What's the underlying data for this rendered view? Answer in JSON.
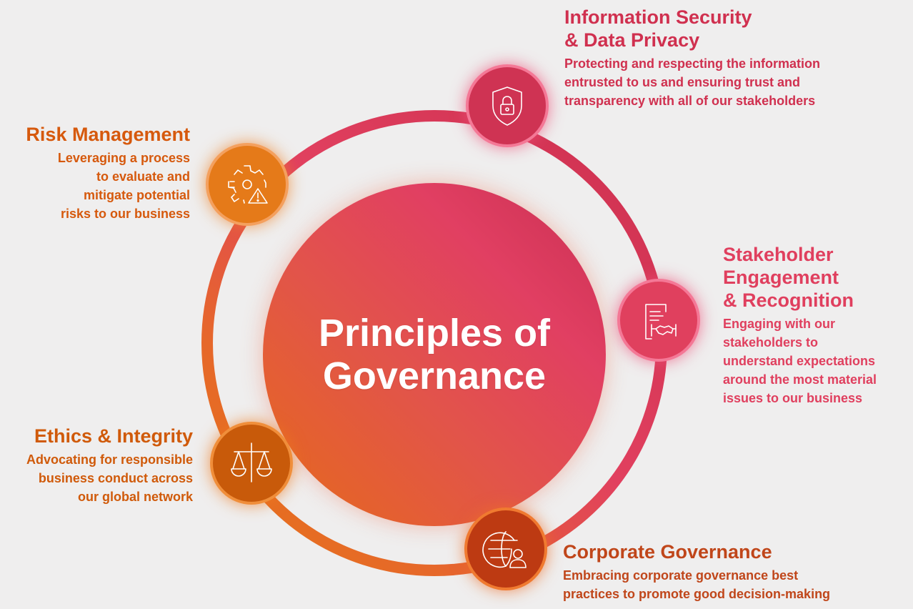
{
  "center": {
    "title_line1": "Principles of",
    "title_line2": "Governance"
  },
  "principles": [
    {
      "id": "security",
      "title_line1": "Information Security",
      "title_line2": "& Data Privacy",
      "description": [
        "Protecting and respecting the information",
        "entrusted to us and ensuring trust and",
        "transparency with all of our stakeholders"
      ],
      "icon": "shield-lock-icon",
      "color": "#d0304f"
    },
    {
      "id": "risk",
      "title_line1": "Risk Management",
      "description": [
        "Leveraging a process",
        "to evaluate and",
        "mitigate potential",
        "risks to our business"
      ],
      "icon": "gear-warning-icon",
      "color": "#d6590d"
    },
    {
      "id": "stakeholder",
      "title_line1": "Stakeholder",
      "title_line2": "Engagement",
      "title_line3": "& Recognition",
      "description": [
        "Engaging with our",
        "stakeholders to",
        "understand expectations",
        "around the most material",
        "issues to our business"
      ],
      "icon": "document-handshake-icon",
      "color": "#e03f5e"
    },
    {
      "id": "ethics",
      "title_line1": "Ethics & Integrity",
      "description": [
        "Advocating for responsible",
        "business conduct across",
        "our global network"
      ],
      "icon": "scales-icon",
      "color": "#d05a0a"
    },
    {
      "id": "corporate",
      "title_line1": "Corporate Governance",
      "description": [
        "Embracing corporate governance best",
        "practices to promote good decision-making"
      ],
      "icon": "globe-person-icon",
      "color": "#c0461a"
    }
  ]
}
